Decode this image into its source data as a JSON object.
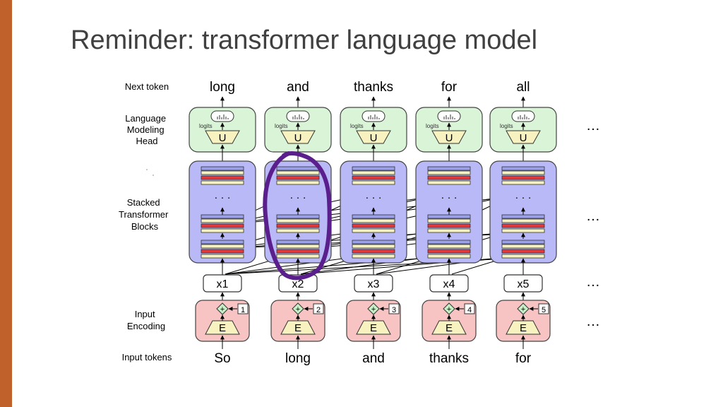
{
  "slide": {
    "title": "Reminder: transformer language model",
    "accent_color": "#c0612b"
  },
  "row_labels": {
    "next_token": "Next token",
    "lm_head": [
      "Language",
      "Modeling",
      "Head"
    ],
    "stacked": [
      "Stacked",
      "Transformer",
      "Blocks"
    ],
    "input_encoding": [
      "Input",
      "Encoding"
    ],
    "input_tokens": "Input tokens"
  },
  "columns": [
    {
      "next_token": "long",
      "x_label": "x1",
      "position": "1",
      "input_token": "So"
    },
    {
      "next_token": "and",
      "x_label": "x2",
      "position": "2",
      "input_token": "long"
    },
    {
      "next_token": "thanks",
      "x_label": "x3",
      "position": "3",
      "input_token": "and"
    },
    {
      "next_token": "for",
      "x_label": "x4",
      "position": "4",
      "input_token": "thanks"
    },
    {
      "next_token": "all",
      "x_label": "x5",
      "position": "5",
      "input_token": "for"
    }
  ],
  "head": {
    "logits_label": "logits",
    "unembed_label": "U"
  },
  "encoding": {
    "embed_label": "E",
    "plus_symbol": "+"
  },
  "ellipsis": "…",
  "block_ellipsis": "· · ·",
  "colors": {
    "head_fill": "#d9f4d6",
    "block_fill": "#b9b9f7",
    "encoding_fill": "#f7c3c3",
    "layer_blue": "#9aa0ee",
    "layer_red": "#e23a3a",
    "layer_yellow": "#f7f2c0",
    "annotation_purple": "#5a1f8c"
  }
}
